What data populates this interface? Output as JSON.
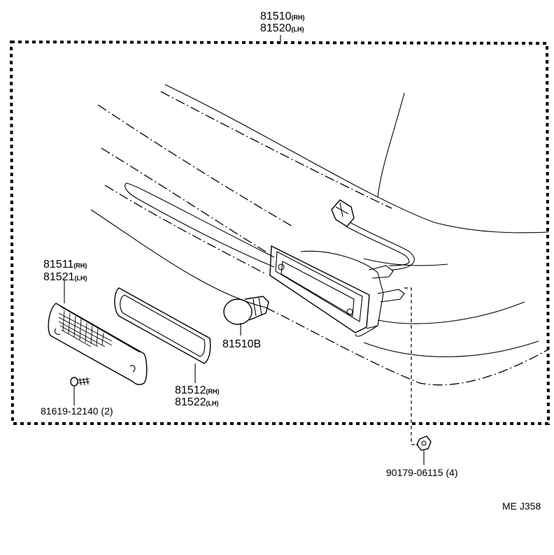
{
  "labels": {
    "assembly_rh_num": "81510",
    "assembly_rh_sfx": "(RH)",
    "assembly_lh_num": "81520",
    "assembly_lh_sfx": "(LH)",
    "lens_rh_num": "81511",
    "lens_rh_sfx": "(RH)",
    "lens_lh_num": "81521",
    "lens_lh_sfx": "(LH)",
    "gasket_rh_num": "81512",
    "gasket_rh_sfx": "(RH)",
    "gasket_lh_num": "81522",
    "gasket_lh_sfx": "(LH)",
    "bulb": "81510B",
    "screw": "81619-12140 (2)",
    "nut": "90179-06115 (4)",
    "diagram_code": "ME J358"
  }
}
